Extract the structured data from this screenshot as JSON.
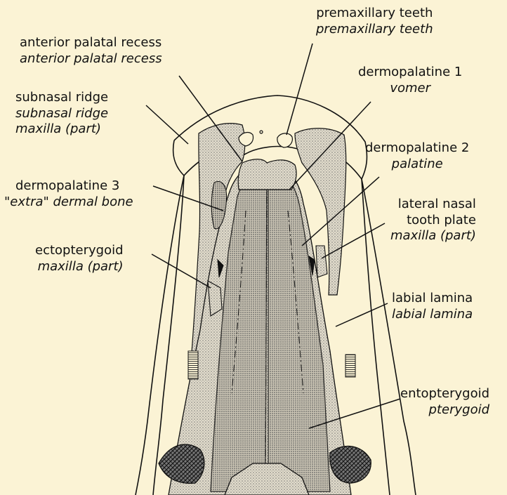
{
  "labels": [
    {
      "id": "premaxillary",
      "lines": [
        {
          "text": "premaxillary teeth",
          "italic": false
        },
        {
          "text": "premaxillary teeth",
          "italic": true
        }
      ]
    },
    {
      "id": "anterior-palatal-recess",
      "lines": [
        {
          "text": "anterior palatal recess",
          "italic": false
        },
        {
          "text": "anterior palatal recess",
          "italic": true
        }
      ]
    },
    {
      "id": "subnasal-ridge",
      "lines": [
        {
          "text": "subnasal ridge",
          "italic": false
        },
        {
          "text": "subnasal ridge",
          "italic": true
        },
        {
          "text": "maxilla (part)",
          "italic": true
        }
      ]
    },
    {
      "id": "dermopalatine-1",
      "lines": [
        {
          "text": "dermopalatine 1",
          "italic": false
        },
        {
          "text": "vomer",
          "italic": true
        }
      ]
    },
    {
      "id": "dermopalatine-2",
      "lines": [
        {
          "text": "dermopalatine 2",
          "italic": false
        },
        {
          "text": "palatine",
          "italic": true
        }
      ]
    },
    {
      "id": "dermopalatine-3",
      "lines": [
        {
          "text": "dermopalatine 3",
          "italic": false
        },
        {
          "text": "\"extra\" dermal bone",
          "italic": true
        }
      ]
    },
    {
      "id": "lateral-nasal-tooth-plate",
      "lines": [
        {
          "text": "lateral nasal",
          "italic": false
        },
        {
          "text": "tooth plate",
          "italic": false
        },
        {
          "text": "maxilla (part)",
          "italic": true
        }
      ]
    },
    {
      "id": "ectopterygoid",
      "lines": [
        {
          "text": "ectopterygoid",
          "italic": false
        },
        {
          "text": "maxilla (part)",
          "italic": true
        }
      ]
    },
    {
      "id": "labial-lamina",
      "lines": [
        {
          "text": "labial lamina",
          "italic": false
        },
        {
          "text": "labial lamina",
          "italic": true
        }
      ]
    },
    {
      "id": "entopterygoid",
      "lines": [
        {
          "text": "entopterygoid",
          "italic": false
        },
        {
          "text": "pterygoid",
          "italic": true
        }
      ]
    }
  ],
  "colors": {
    "background": "#fbf3d5",
    "ink": "#111111",
    "bone_stipple": "#777777",
    "crosshatch": "#333333"
  }
}
